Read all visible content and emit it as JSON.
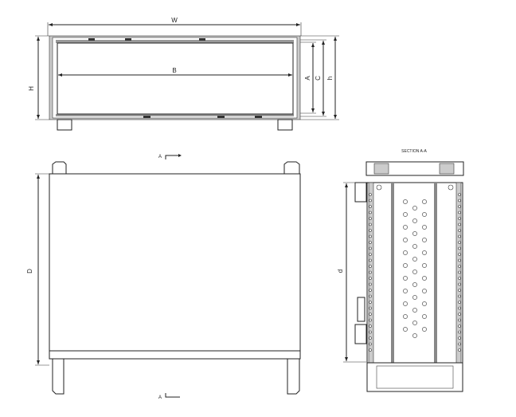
{
  "labels": {
    "width": "W",
    "height": "H",
    "inner_width": "B",
    "dim_a": "A",
    "dim_c": "C",
    "dim_h": "h",
    "depth": "D",
    "inner_depth": "d",
    "section_marker_top": "A",
    "section_marker_bottom": "A",
    "section_title": "SECTION A-A"
  }
}
